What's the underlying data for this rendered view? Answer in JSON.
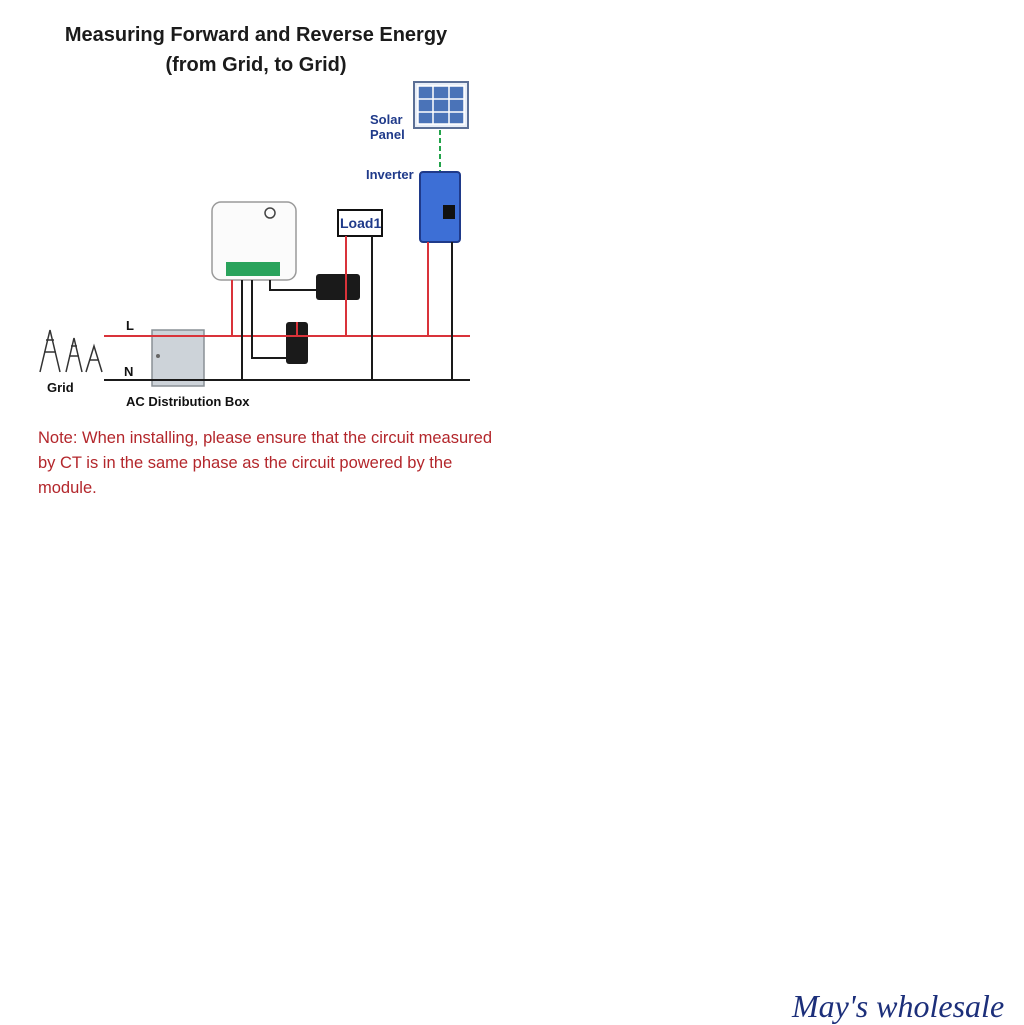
{
  "diagram": {
    "title_line1": "Measuring Forward and Reverse Energy",
    "title_line2": "(from Grid, to Grid)",
    "labels": {
      "solar_panel_1": "Solar",
      "solar_panel_2": "Panel",
      "inverter": "Inverter",
      "load": "Load1",
      "line_l": "L",
      "line_n": "N",
      "grid": "Grid",
      "distribution_box": "AC Distribution Box"
    },
    "note": "Note: When installing, please ensure that the circuit measured by CT is in the same phase as the circuit powered by the module.",
    "colors": {
      "live_wire": "#d9333a",
      "neutral_wire": "#1a1a1a",
      "solar_link": "#22a34a",
      "inverter_body": "#3d6fd6",
      "note_text": "#b3262b"
    }
  },
  "watermark": "May's wholesale"
}
